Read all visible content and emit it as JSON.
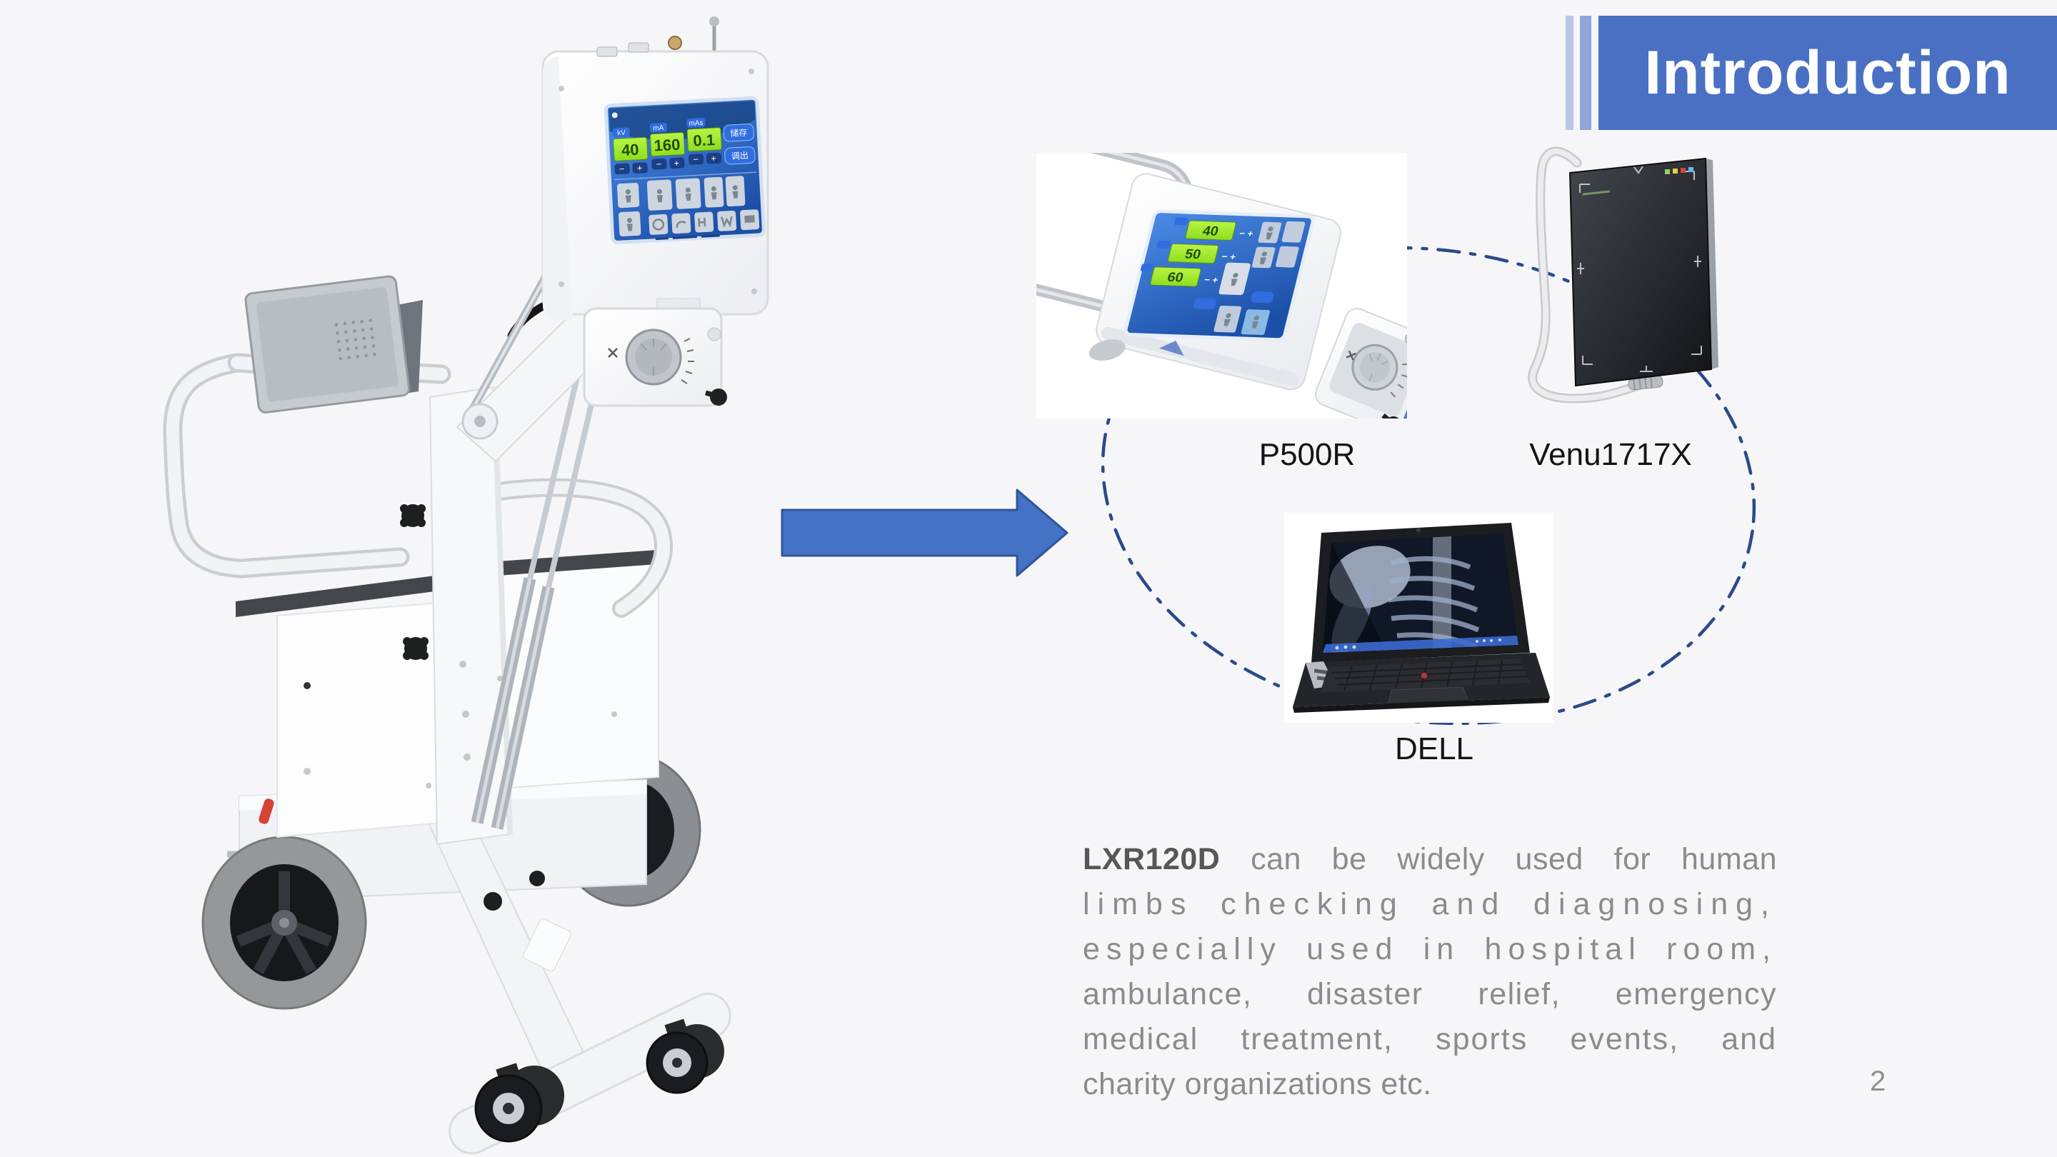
{
  "slide": {
    "title": "Introduction",
    "page_number": "2"
  },
  "colors": {
    "accent_blue": "#4a70c4",
    "stripe_light": "#b9c7e6",
    "stripe_mid": "#8fa6d8",
    "arrow_fill": "#4472c4",
    "arrow_border": "#30549a",
    "ellipse_stroke": "#2a4a8c",
    "body_text_gray": "#8b8b8b"
  },
  "products": {
    "generator": {
      "label": "P500R"
    },
    "detector": {
      "label": "Venu1717X"
    },
    "laptop": {
      "label": "DELL"
    }
  },
  "machine": {
    "head_screen": {
      "kv_label": "kV",
      "kv_value": "40",
      "ma_label": "mA",
      "ma_value": "160",
      "mas_label": "mAs",
      "mas_value": "0.1",
      "minus": "−",
      "plus": "+",
      "save_label": "储存",
      "recall_label": "调出"
    }
  },
  "p500r_screen": {
    "top_value": "40",
    "middle_value": "50",
    "bottom_value": "60"
  },
  "body_text": {
    "model": "LXR120D",
    "line1_rest": " can be widely used for human",
    "line2": "limbs checking and diagnosing,",
    "line3": "especially used in hospital room,",
    "line4": "ambulance, disaster relief, emergency",
    "line5": "medical treatment, sports events, and",
    "line6": "charity organizations etc."
  }
}
